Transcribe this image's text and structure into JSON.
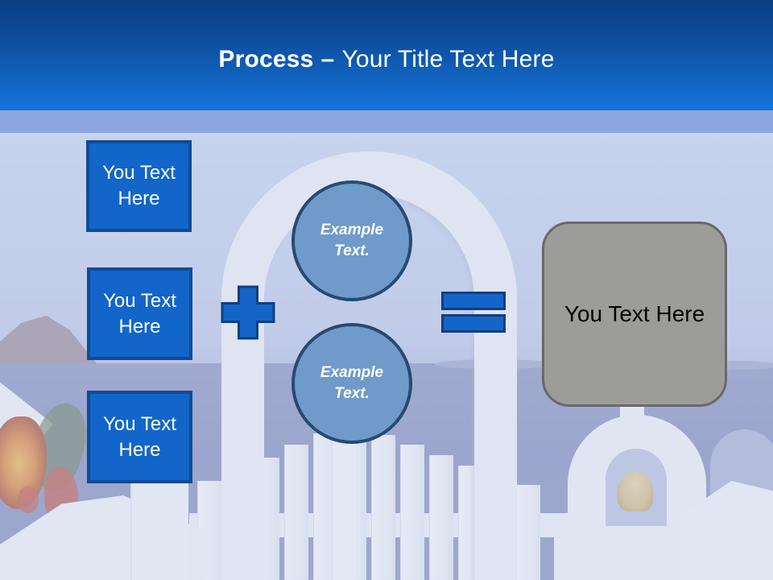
{
  "header": {
    "title_bold": "Process",
    "title_dash": "–",
    "title_rest": "Your Title Text Here"
  },
  "process_flow": {
    "input_boxes": [
      {
        "label": "You Text Here"
      },
      {
        "label": "You Text Here"
      },
      {
        "label": "You Text Here"
      }
    ],
    "operators": {
      "plus": "plus-icon",
      "equals": "equals-icon"
    },
    "example_circles": [
      {
        "label": "Example Text."
      },
      {
        "label": "Example Text."
      }
    ],
    "result_box": {
      "label": "You Text Here"
    }
  },
  "colors": {
    "header_gradient_top": "#0b3e83",
    "header_gradient_bottom": "#1475dc",
    "subband": "#8da7de",
    "accent_blue_fill": "#1266c9",
    "accent_blue_border": "#0f4c95",
    "circle_fill": "#6f9ac9",
    "circle_border": "#264a71",
    "result_gray_fill": "#9c9c99",
    "result_gray_border": "#696969",
    "title_text": "#ffffff"
  }
}
